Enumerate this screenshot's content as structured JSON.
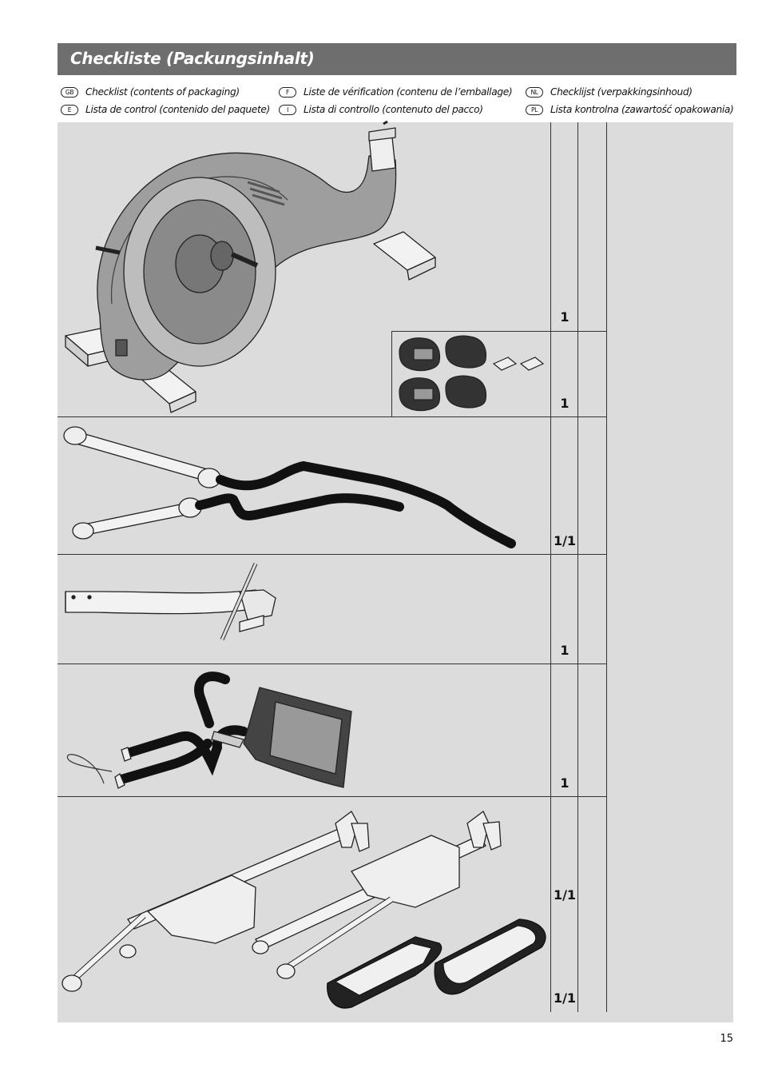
{
  "title": "Checkliste (Packungsinhalt)",
  "languages": [
    {
      "code": "GB",
      "text": "Checklist (contents of packaging)"
    },
    {
      "code": "F",
      "text": "Liste de vérification (contenu de l’emballage)"
    },
    {
      "code": "NL",
      "text": "Checklijst (verpakkingsinhoud)"
    },
    {
      "code": "E",
      "text": "Lista de control (contenido del paquete)"
    },
    {
      "code": "I",
      "text": "Lista di controllo (contenuto del pacco)"
    },
    {
      "code": "PL",
      "text": "Lista kontrolna (zawartość opakowania)"
    }
  ],
  "items": [
    {
      "qty": "1",
      "icon": "main-frame-icon"
    },
    {
      "qty": "1",
      "icon": "end-caps-icon"
    },
    {
      "qty": "1/1",
      "icon": "handlebar-arms-icon"
    },
    {
      "qty": "1",
      "icon": "handlebar-post-icon"
    },
    {
      "qty": "1",
      "icon": "console-handlebar-icon"
    },
    {
      "qty": "1/1",
      "icon": "pedal-arm-icon"
    },
    {
      "qty": "1/1",
      "icon": "pedals-icon"
    }
  ],
  "page_number": "15",
  "colors": {
    "title_bar": "#6e6e6e",
    "panel": "#dcdcdc"
  }
}
